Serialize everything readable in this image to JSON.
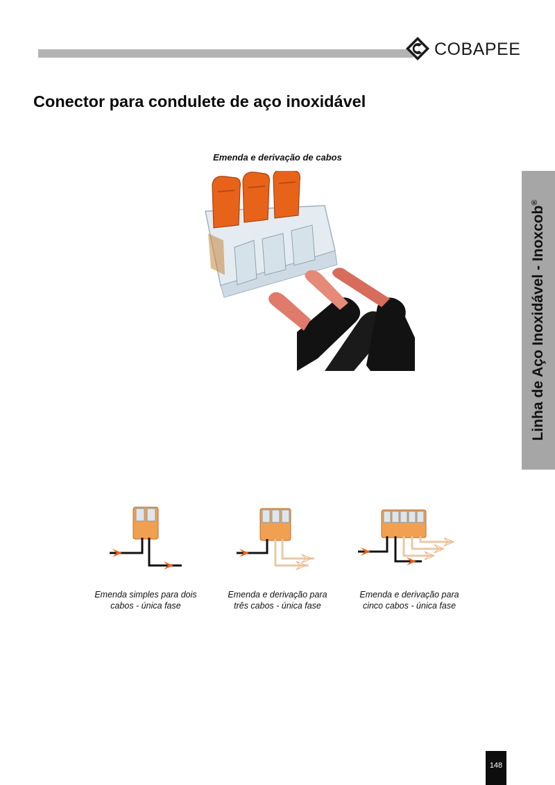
{
  "header": {
    "brand": "COBAPEE"
  },
  "page_title": "Conector para condulete de aço inoxidável",
  "hero": {
    "caption": "Emenda e derivação de cabos"
  },
  "side_tab": {
    "label": "Linha de Aço Inoxidável - Inoxcob",
    "registered_mark": "®"
  },
  "diagrams": [
    {
      "caption_line1": "Emenda simples para dois",
      "caption_line2": "cabos - única fase",
      "slots": 2
    },
    {
      "caption_line1": "Emenda e derivação para",
      "caption_line2": "três cabos - única fase",
      "slots": 3
    },
    {
      "caption_line1": "Emenda e derivação para",
      "caption_line2": "cinco cabos - única fase",
      "slots": 5
    }
  ],
  "colors": {
    "lever_orange": "#e8631a",
    "connector_orange": "#f0a050",
    "side_tab_gray": "#a6a6a6",
    "header_bar_gray": "#b3b3b3"
  },
  "footer": {
    "page_number": "148"
  }
}
